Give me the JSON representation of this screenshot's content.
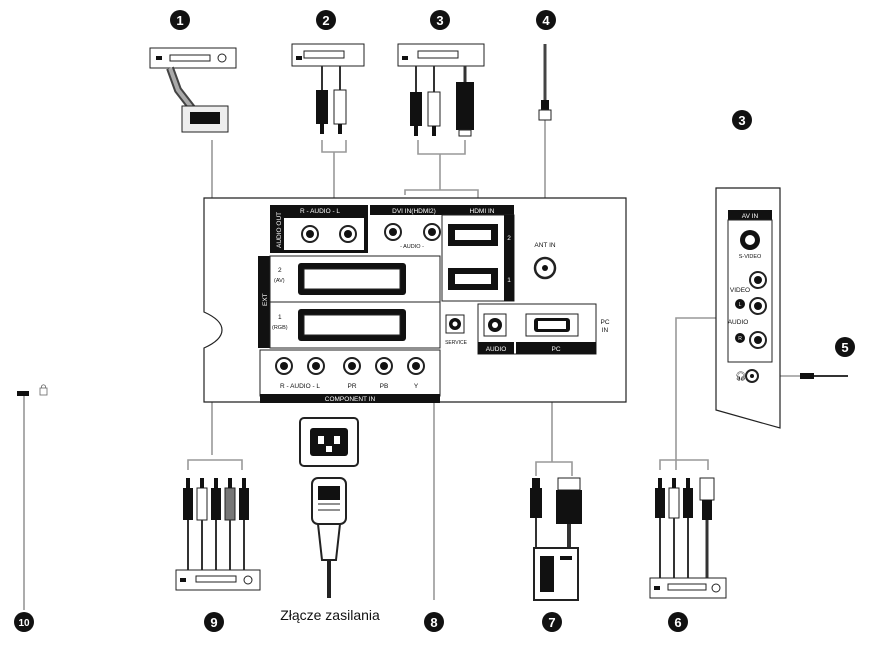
{
  "markers": [
    "1",
    "2",
    "3",
    "4",
    "3",
    "5",
    "6",
    "7",
    "8",
    "9",
    "10"
  ],
  "panel_labels": {
    "audio_out": "AUDIO OUT",
    "audio_r_l": "R - AUDIO - L",
    "dvi_in": "DVI IN(HDMI2)",
    "hdmi_in": "HDMI IN",
    "dvi_audio": "- AUDIO -",
    "hdmi_2": "2",
    "hdmi_1": "1",
    "ant_in": "ANT IN",
    "ext": "EXT",
    "ext2": "2",
    "ext2_sub": "(AV)",
    "ext1": "1",
    "ext1_sub": "(RGB)",
    "service": "SERVICE",
    "audio": "AUDIO",
    "pc": "PC",
    "pc_in_1": "PC",
    "pc_in_2": "IN",
    "component_audio": "R - AUDIO - L",
    "pr": "PR",
    "pb": "PB",
    "y": "Y",
    "component_in": "COMPONENT IN"
  },
  "side_panel": {
    "av_in": "AV IN",
    "s_video": "S-VIDEO",
    "video": "VIDEO",
    "audio": "AUDIO",
    "l": "L",
    "r": "R"
  },
  "power_caption": "Złącze zasilania",
  "lock_icon": "kensington-lock-icon"
}
